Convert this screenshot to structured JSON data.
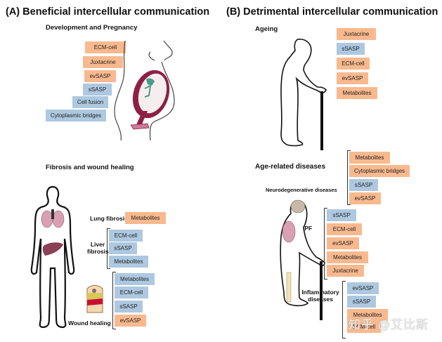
{
  "panel_a": {
    "title": "(A)  Beneficial intercellular communication",
    "development": {
      "title": "Development and Pregnancy",
      "tags": [
        {
          "label": "ECM-cell",
          "color": "orange"
        },
        {
          "label": "Juxtacrine",
          "color": "orange"
        },
        {
          "label": "evSASP",
          "color": "orange"
        },
        {
          "label": "sSASP",
          "color": "blue"
        },
        {
          "label": "Cell fusion",
          "color": "blue"
        },
        {
          "label": "Cytoplasmic bridges",
          "color": "blue"
        }
      ]
    },
    "fibrosis": {
      "title": "Fibrosis and wound healing",
      "lung": {
        "label": "Lung fibrosis",
        "tags": [
          {
            "label": "Metabolites",
            "color": "orange"
          }
        ]
      },
      "liver": {
        "label_line1": "Liver",
        "label_line2": "fibrosis",
        "tags": [
          {
            "label": "ECM-cell",
            "color": "blue"
          },
          {
            "label": "sSASP",
            "color": "blue"
          },
          {
            "label": "Metabolites",
            "color": "blue"
          }
        ]
      },
      "wound": {
        "label": "Wound healing",
        "tags": [
          {
            "label": "Metabolites",
            "color": "blue"
          },
          {
            "label": "ECM-cell",
            "color": "blue"
          },
          {
            "label": "sSASP",
            "color": "blue"
          },
          {
            "label": "evSASP",
            "color": "orange"
          }
        ]
      }
    }
  },
  "panel_b": {
    "title": "(B)  Detrimental intercellular communication",
    "ageing": {
      "title": "Ageing",
      "tags": [
        {
          "label": "Juxtacrine",
          "color": "orange"
        },
        {
          "label": "sSASP",
          "color": "blue"
        },
        {
          "label": "ECM-cell",
          "color": "orange"
        },
        {
          "label": "evSASP",
          "color": "orange"
        },
        {
          "label": "Metabolites",
          "color": "orange"
        }
      ]
    },
    "age_related": {
      "title": "Age-related diseases",
      "neuro": {
        "label": "Neurodegenerative diseases",
        "tags": [
          {
            "label": "Metabolites",
            "color": "orange"
          },
          {
            "label": "Cytoplasmic bridges",
            "color": "orange"
          },
          {
            "label": "sSASP",
            "color": "blue"
          },
          {
            "label": "evSASP",
            "color": "orange"
          }
        ]
      },
      "ipf": {
        "label": "IPF",
        "tags": [
          {
            "label": "sSASP",
            "color": "blue"
          },
          {
            "label": "ECM-cell",
            "color": "orange"
          },
          {
            "label": "evSASP",
            "color": "orange"
          },
          {
            "label": "Metabolites",
            "color": "orange"
          },
          {
            "label": "Juxtacrine",
            "color": "orange"
          }
        ]
      },
      "inflammatory": {
        "label_line1": "Inflammatory",
        "label_line2": "diseases",
        "tags": [
          {
            "label": "evSASP",
            "color": "blue"
          },
          {
            "label": "sSASP",
            "color": "blue"
          },
          {
            "label": "Metabolites",
            "color": "orange"
          },
          {
            "label": "ECM-cell",
            "color": "orange"
          }
        ]
      }
    }
  },
  "colors": {
    "orange": "#f9b98e",
    "blue": "#adc8e0",
    "organ": "#8e1f45",
    "lung": "#d9a0b4"
  },
  "watermark": "知乎 @艾比斯"
}
